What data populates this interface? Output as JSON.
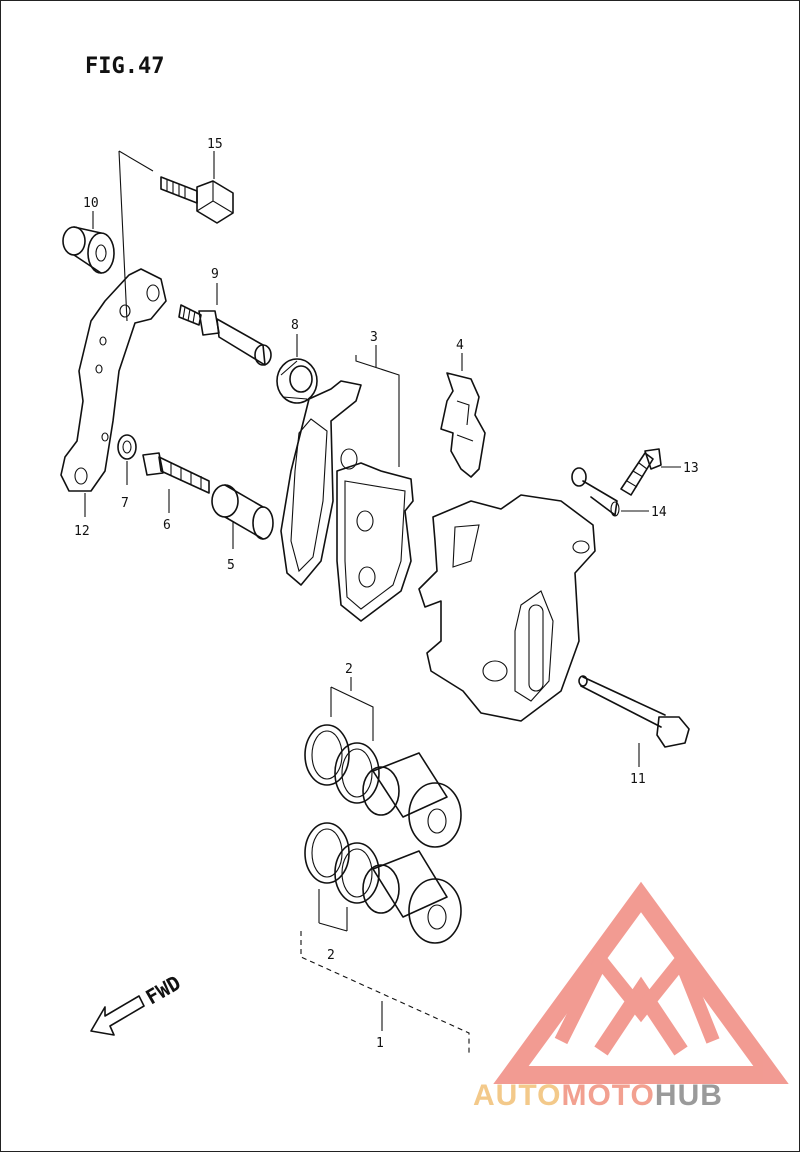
{
  "figure": {
    "title": "FIG.47"
  },
  "direction": {
    "label": "FWD"
  },
  "callouts": {
    "p1": "1",
    "p2a": "2",
    "p2b": "2",
    "p3": "3",
    "p4": "4",
    "p5": "5",
    "p6": "6",
    "p7": "7",
    "p8": "8",
    "p9": "9",
    "p10": "10",
    "p11": "11",
    "p12": "12",
    "p13": "13",
    "p14": "14",
    "p15": "15"
  },
  "watermark": {
    "text_part1": "AUTO",
    "text_part2": "MOTO",
    "text_part3": "HUB",
    "colors": {
      "logo": "#f08a80",
      "auto": "#f3c98a",
      "moto": "#f2a090",
      "hub": "#9a9a9a"
    }
  }
}
